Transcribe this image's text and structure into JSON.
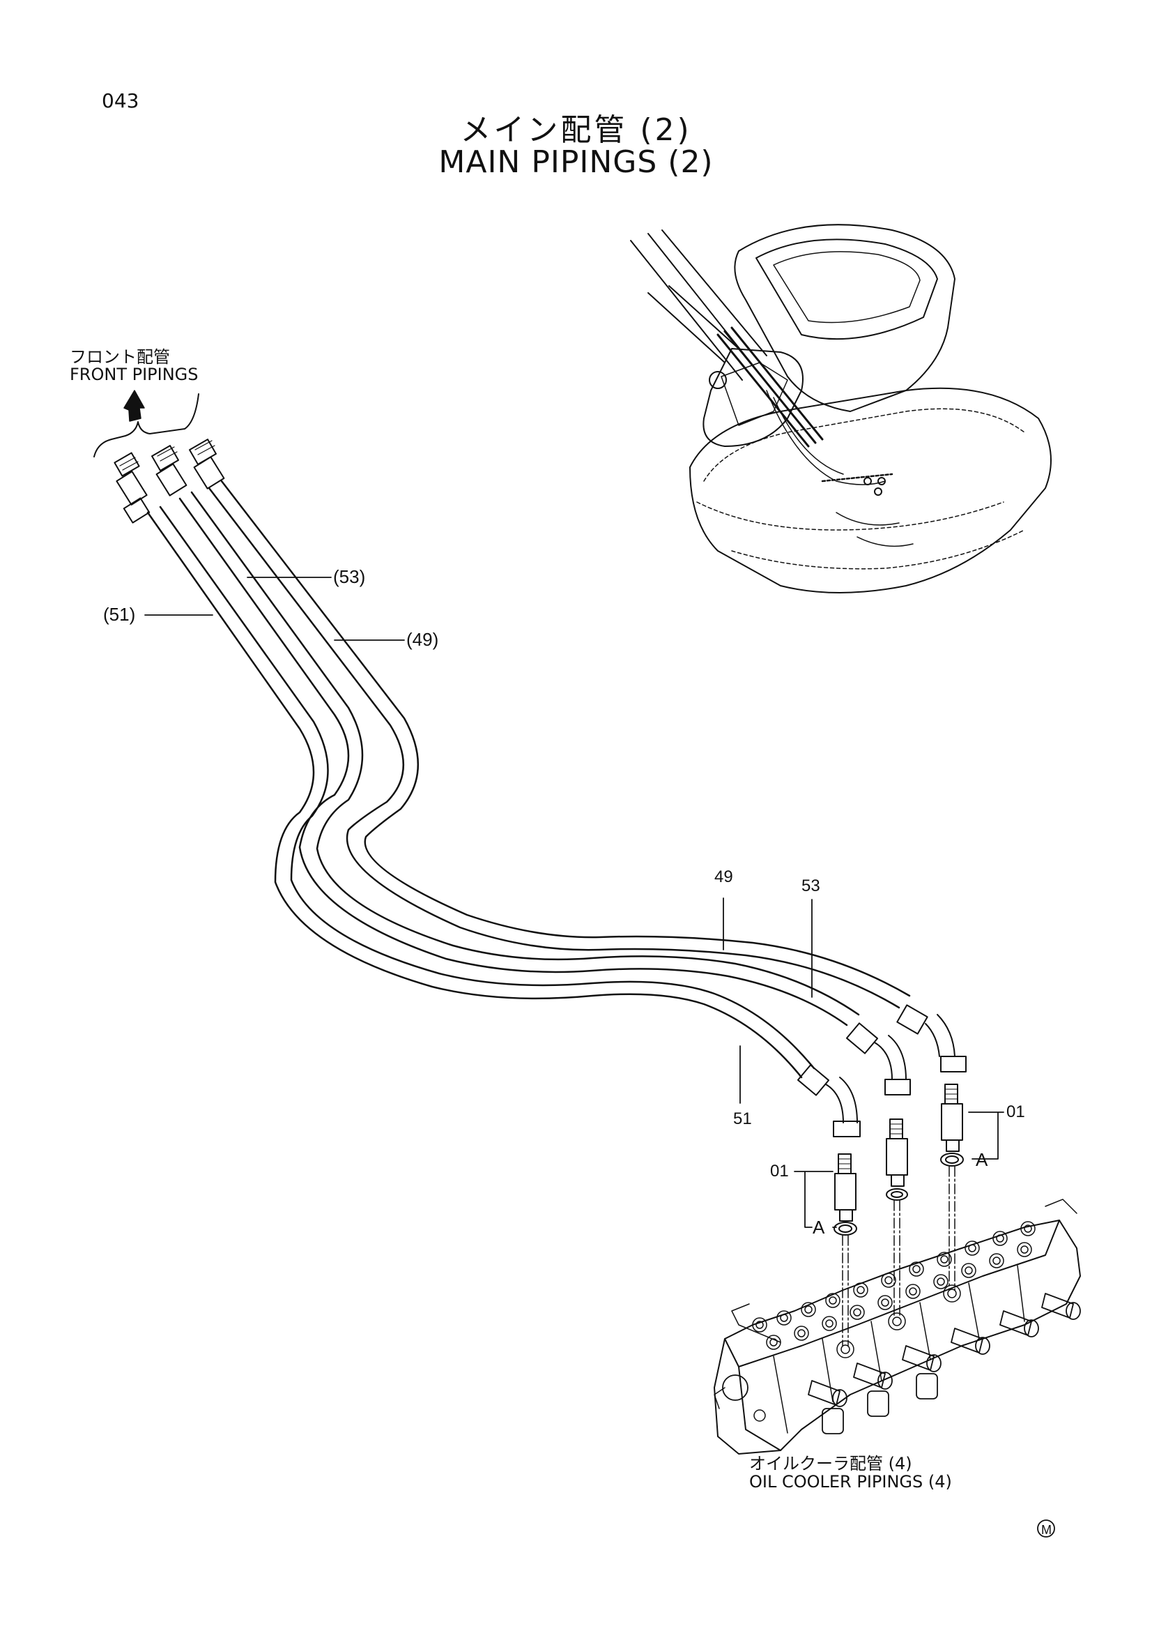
{
  "page_number": "043",
  "title_ja": "メイン配管 (2)",
  "title_en": "MAIN PIPINGS (2)",
  "front_pipings": {
    "ja": "フロント配管",
    "en": "FRONT PIPINGS"
  },
  "oil_cooler_pipings": {
    "ja": "オイルクーラ配管 (4)",
    "en": "OIL COOLER PIPINGS (4)"
  },
  "callouts": {
    "c53_upper": "(53)",
    "c51_upper": "(51)",
    "c49_upper": "(49)",
    "c49_lower": "49",
    "c53_lower": "53",
    "c51_lower": "51",
    "c01_right": "01",
    "c01_left": "01",
    "a_right": "A",
    "a_left": "A"
  },
  "mark": "M"
}
